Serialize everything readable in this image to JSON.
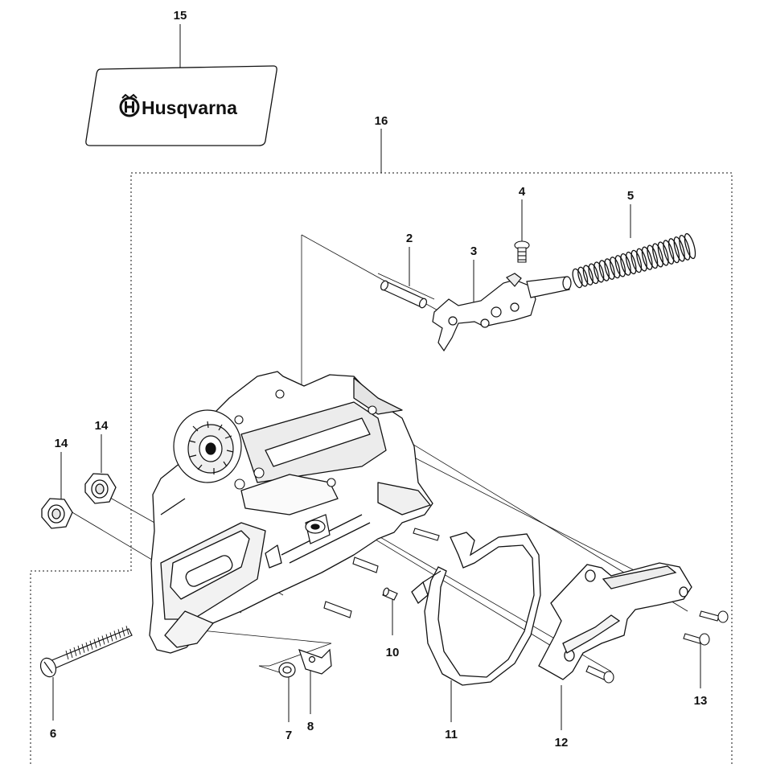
{
  "diagram": {
    "callouts": [
      {
        "id": "callout-1",
        "text": "15"
      },
      {
        "id": "callout-2",
        "text": "16"
      },
      {
        "id": "callout-3",
        "text": "4"
      },
      {
        "id": "callout-4",
        "text": "5"
      },
      {
        "id": "callout-5",
        "text": "2"
      },
      {
        "id": "callout-6",
        "text": "3"
      },
      {
        "id": "callout-7",
        "text": "14"
      },
      {
        "id": "callout-8",
        "text": "14"
      },
      {
        "id": "callout-9",
        "text": "10"
      },
      {
        "id": "callout-10",
        "text": "13"
      },
      {
        "id": "callout-11",
        "text": "6"
      },
      {
        "id": "callout-12",
        "text": "7"
      },
      {
        "id": "callout-13",
        "text": "8"
      },
      {
        "id": "callout-14",
        "text": "11"
      },
      {
        "id": "callout-15",
        "text": "12"
      }
    ],
    "decal": {
      "brand": "Husqvarna"
    },
    "colors": {
      "line": "#111111",
      "fill": "#ffffff",
      "shade": "#e8e8e8"
    }
  }
}
